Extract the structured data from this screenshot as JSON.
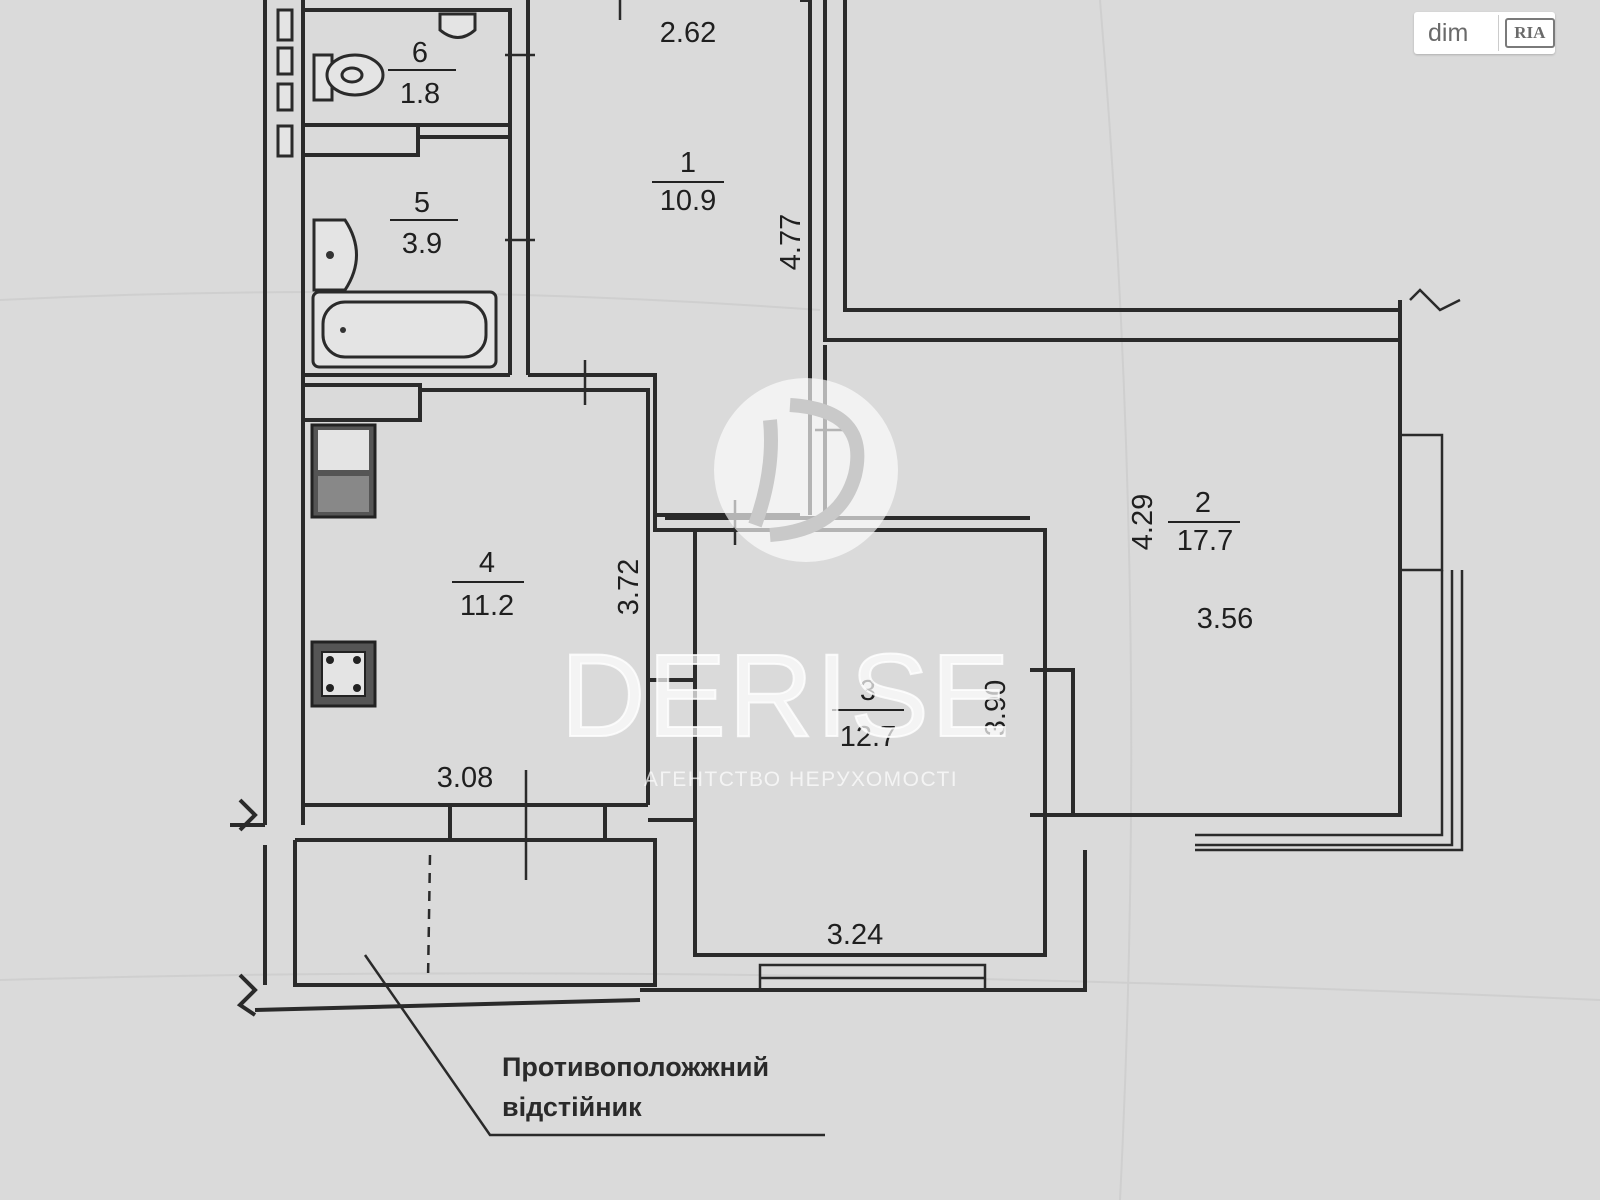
{
  "rooms": [
    {
      "number": "1",
      "area": "10.9"
    },
    {
      "number": "2",
      "area": "17.7"
    },
    {
      "number": "3",
      "area": "12.7"
    },
    {
      "number": "4",
      "area": "11.2"
    },
    {
      "number": "5",
      "area": "3.9"
    },
    {
      "number": "6",
      "area": "1.8"
    }
  ],
  "dimensions": {
    "hall_top": "2.62",
    "hall_side": "4.77",
    "kitchen_side": "3.72",
    "kitchen_bottom": "3.08",
    "room3_side": "3.90",
    "room3_bottom": "3.24",
    "room2_side": "4.29",
    "room2_width": "3.56"
  },
  "note": {
    "line1": "Противоположжний",
    "line2": "відстійник"
  },
  "watermark": {
    "brand": "DERISE",
    "tagline": "АГЕНТСТВО НЕРУХОМОСТІ"
  },
  "logo": {
    "left": "dim",
    "right": "RIA"
  },
  "colors": {
    "paper": "#dadada",
    "lines": "#2a2a2a"
  }
}
